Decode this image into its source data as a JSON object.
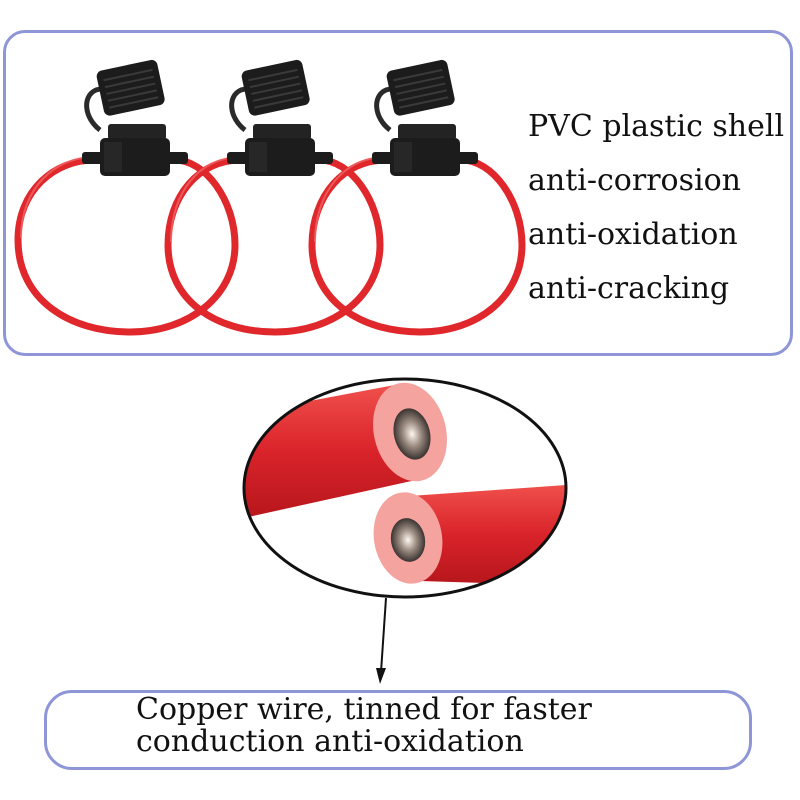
{
  "top_panel": {
    "features": [
      "PVC plastic shell",
      "anti-corrosion",
      "anti-oxidation",
      "anti-cracking"
    ],
    "holder_count": 3
  },
  "bottom_panel": {
    "lines": [
      "Copper wire, tinned for faster",
      "conduction anti-oxidation"
    ]
  },
  "colors": {
    "border": "#8f96d8",
    "wire_red": "#e0282c",
    "holder_black": "#1c1c1c"
  },
  "icons": [
    "fuse-holder-icon",
    "wire-cross-section-icon",
    "arrow-icon"
  ]
}
